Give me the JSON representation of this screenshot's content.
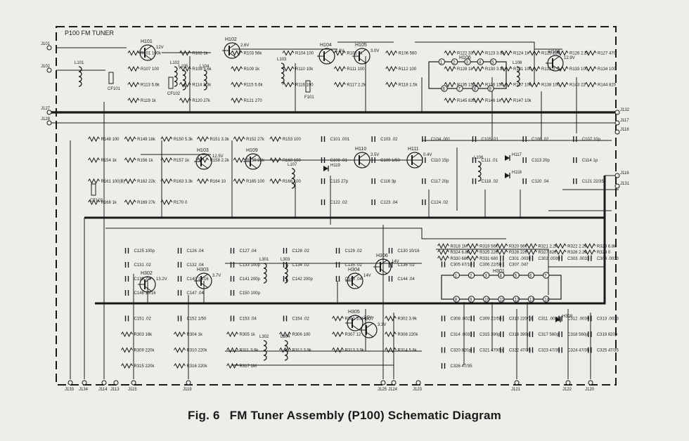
{
  "board": {
    "title": "P100 FM TUNER"
  },
  "caption": {
    "fig": "Fig. 6",
    "title": "FM Tuner Assembly (P100) Schematic Diagram"
  },
  "connectors_left": [
    "J101",
    "J102",
    "J127",
    "J128"
  ],
  "connectors_right": [
    "J132",
    "J117",
    "J118",
    "J116",
    "J131"
  ],
  "connectors_bottom": [
    "J133",
    "J134",
    "J114",
    "J113",
    "J115",
    "J119",
    "J125",
    "J124",
    "J123",
    "J121",
    "J122",
    "J120"
  ],
  "transistors": [
    {
      "ref": "H101",
      "v": "12V"
    },
    {
      "ref": "H102",
      "v": "2.6V"
    },
    {
      "ref": "H104",
      "v": "1.8V"
    },
    {
      "ref": "H105",
      "v": "3.0V"
    },
    {
      "ref": "H108",
      "v": "12.9V"
    },
    {
      "ref": "H103",
      "v": "12.5V"
    },
    {
      "ref": "H109",
      "v": ""
    },
    {
      "ref": "H110",
      "v": "3.5V"
    },
    {
      "ref": "H111",
      "v": "0.4V"
    },
    {
      "ref": "H302",
      "v": "13.2V"
    },
    {
      "ref": "H303",
      "v": "3.7V"
    },
    {
      "ref": "H304",
      "v": "14V"
    },
    {
      "ref": "H305",
      "v": "2.5V"
    },
    {
      "ref": "H306",
      "v": "14V"
    },
    {
      "ref": "H307",
      "v": "3.3V"
    }
  ],
  "ics": [
    {
      "ref": "H106",
      "pins": [
        "1",
        "2",
        "3",
        "4",
        "5",
        "6",
        "7",
        "8",
        "9"
      ]
    },
    {
      "ref": "H301",
      "pins": [
        "1",
        "2",
        "3",
        "4",
        "5",
        "6",
        "7",
        "8",
        "9",
        "10",
        "11",
        "12",
        "13",
        "14"
      ]
    }
  ],
  "coils": [
    "L101",
    "L102",
    "L103",
    "L104",
    "L105",
    "L106",
    "L107",
    "L108",
    "L301",
    "L302",
    "L303",
    "L304"
  ],
  "diodes": [
    "H117",
    "H118",
    "H119",
    "H308"
  ],
  "filters": [
    "CF101",
    "CF102",
    "F101",
    "CF103"
  ],
  "components": [
    "R101 100k",
    "R102 1k",
    "R103 56k",
    "R104 100",
    "R105 1k",
    "R106 560",
    "R107 100",
    "R108 5.6k",
    "R109 1k",
    "R110 10k",
    "R111 100",
    "R112 100",
    "R113 5.6k",
    "R114 3.3k",
    "R115 5.6k",
    "R116 100",
    "R117 2.2k",
    "R118 1.5k",
    "R119 1k",
    "R120 27k",
    "R121 270",
    "R122 33",
    "R123 3.3k",
    "R124 1k",
    "R125 220",
    "R126 2.2k",
    "R127 470",
    "R128 1k",
    "R130 3.3k",
    "R131 100",
    "R132 0",
    "R133 100",
    "R134 100",
    "R135 150",
    "R136 150",
    "R137 10k",
    "R138 100",
    "R143 22",
    "R144 820",
    "R145 820",
    "R146 1k",
    "R147 10k",
    "R148 100",
    "R149 18k",
    "R150 5.3k",
    "R151 3.3k",
    "R152 27k",
    "R153 100",
    "R154 1k",
    "R156 1k",
    "R157 1k",
    "R158 2.2k",
    "R159 22k",
    "R160 100",
    "R161 100(B)",
    "R162 22k",
    "R163 3.3k",
    "R164 10",
    "R165 100",
    "R166 100",
    "R168 1k",
    "R169 27k",
    "R170 0",
    "C101 .001",
    "C103 .02",
    "C104 .001",
    "C105 .01",
    "C106 .02",
    "C107 10p",
    "C108 .01",
    "C109 1/50",
    "C110 15p",
    "C111 .01",
    "C113 20p",
    "C114 1p",
    "C115 27p",
    "C116 3p",
    "C117 20p",
    "C118 .02",
    "C120 .04",
    "C121 22/35",
    "C122 .02",
    "C123 .04",
    "C124 .02",
    "C125 100p",
    "C126 .04",
    "C127 .04",
    "C128 .02",
    "C129 .02",
    "C130 10/16",
    "C131 .02",
    "C132 .04",
    "C133 100p",
    "C134 .02",
    "C135 .02",
    "C136 .02",
    "C139 .04",
    "C140 10/16",
    "C141 200p",
    "C142 200p",
    "C143 .04",
    "C144 .04",
    "C146 10/16",
    "C147 .04",
    "C150 100p",
    "C151 .02",
    "C152 1/50",
    "C153 .04",
    "C154 .02",
    "R301 10k",
    "R302 3.9k",
    "R303 16k",
    "R304 1k",
    "R305 1k",
    "R306 100",
    "R307 12",
    "R308 220k",
    "R309 220k",
    "R310 220k",
    "R311 3.9k",
    "R312 3.9k",
    "R313 3.9k",
    "R314 5.6k",
    "R315 220k",
    "R316 220k",
    "R317 1M",
    "R318 1M",
    "R319 56k",
    "R320 56k",
    "R321 2.2k",
    "R322 2.2k",
    "R323 6.8k",
    "R324 6.8k",
    "R325 220",
    "R326 220",
    "R327 820",
    "R328 2.2k",
    "R329 0",
    "R330 680",
    "R331 680",
    "C301 .0039",
    "C302 .0039",
    "C303 .0033",
    "C304 .0033",
    "C305 47/10",
    "C306 22/50",
    "C307 .047",
    "C308 .0022",
    "C309 22/50",
    "C310 220/16",
    "C311 .0039",
    "C312 .0039",
    "C313 .0033",
    "C314 .0033",
    "C315 390p",
    "C316 390p",
    "C317 560p",
    "C318 560p",
    "C319 820p",
    "C320 820p",
    "C321 4700p",
    "C322 47/35",
    "C323 47/35",
    "C324 47/35",
    "C325 47/35",
    "C326 47/35"
  ]
}
